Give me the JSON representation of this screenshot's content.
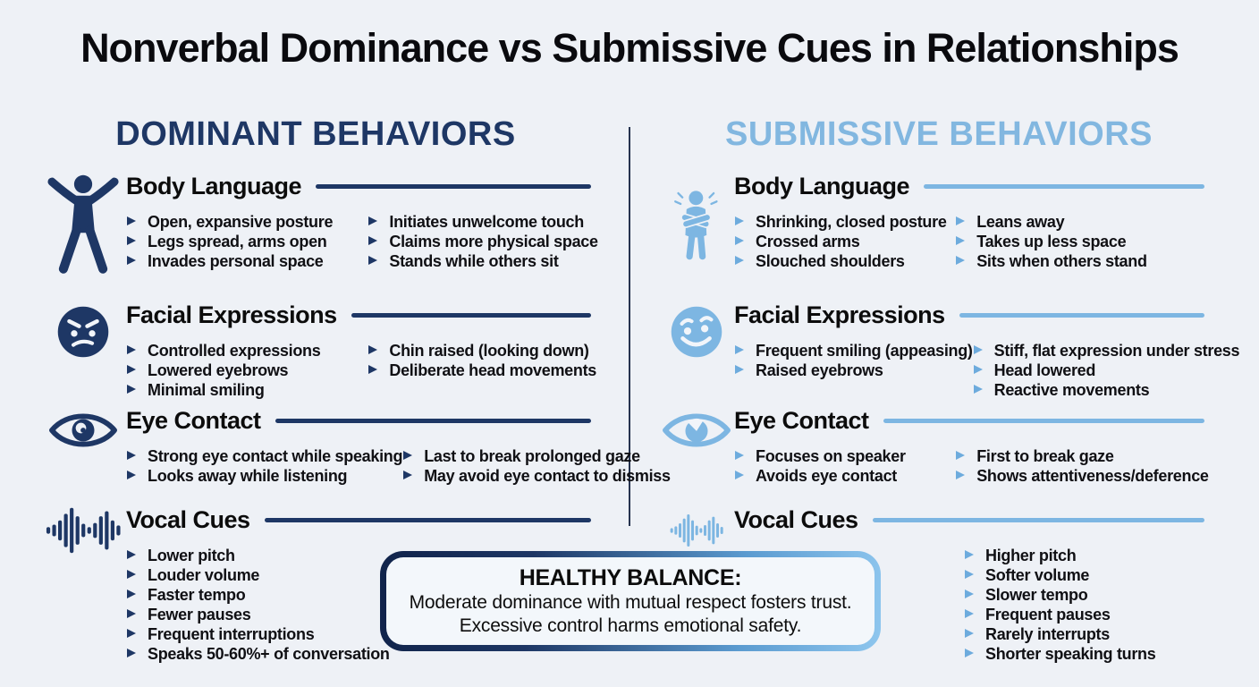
{
  "title": "Nonverbal Dominance vs Submissive Cues in Relationships",
  "colors": {
    "navy": "#1e3765",
    "light_blue": "#7db6e2",
    "background": "#eef1f6",
    "body_text": "#101014",
    "balance_border_gradient": [
      "#10234a",
      "#8ec6ee"
    ]
  },
  "left": {
    "header": "DOMINANT BEHAVIORS",
    "sections": [
      {
        "title": "Body Language",
        "icon": "expansive-person-icon",
        "col1": [
          "Open, expansive posture",
          "Legs spread, arms open",
          "Invades personal space"
        ],
        "col2": [
          "Initiates unwelcome touch",
          "Claims more physical space",
          "Stands while others sit"
        ]
      },
      {
        "title": "Facial Expressions",
        "icon": "stern-face-icon",
        "col1": [
          "Controlled expressions",
          "Lowered eyebrows",
          "Minimal smiling"
        ],
        "col2": [
          "Chin raised (looking down)",
          "Deliberate head movements"
        ]
      },
      {
        "title": "Eye Contact",
        "icon": "eye-icon",
        "col1": [
          "Strong eye contact while speaking",
          "Looks away while listening"
        ],
        "col2": [
          "Last to break prolonged gaze",
          "May avoid eye contact to dismiss"
        ]
      },
      {
        "title": "Vocal Cues",
        "icon": "soundwave-icon",
        "col1": [
          "Lower pitch",
          "Louder volume",
          "Faster tempo",
          "Fewer pauses",
          "Frequent interruptions",
          "Speaks 50-60%+ of conversation"
        ],
        "col2": []
      }
    ]
  },
  "right": {
    "header": "SUBMISSIVE BEHAVIORS",
    "sections": [
      {
        "title": "Body Language",
        "icon": "closed-person-icon",
        "col1": [
          "Shrinking, closed posture",
          "Crossed arms",
          "Slouched shoulders"
        ],
        "col2": [
          "Leans away",
          "Takes up less space",
          "Sits when others stand"
        ]
      },
      {
        "title": "Facial Expressions",
        "icon": "smiling-face-icon",
        "col1": [
          "Frequent smiling (appeasing)",
          "Raised eyebrows"
        ],
        "col2": [
          "Stiff, flat expression under stress",
          "Head lowered",
          "Reactive movements"
        ]
      },
      {
        "title": "Eye Contact",
        "icon": "lowered-eye-icon",
        "col1": [
          "Focuses on speaker",
          "Avoids eye contact"
        ],
        "col2": [
          "First to break gaze",
          "Shows attentiveness/deference"
        ]
      },
      {
        "title": "Vocal Cues",
        "icon": "soundwave-icon",
        "col1": [
          "Higher pitch",
          "Softer volume",
          "Slower tempo",
          "Frequent pauses",
          "Rarely interrupts",
          "Shorter speaking turns"
        ],
        "col2": []
      }
    ]
  },
  "balance": {
    "title": "HEALTHY BALANCE:",
    "line1": "Moderate dominance with mutual respect fosters trust.",
    "line2": "Excessive control harms emotional safety."
  }
}
